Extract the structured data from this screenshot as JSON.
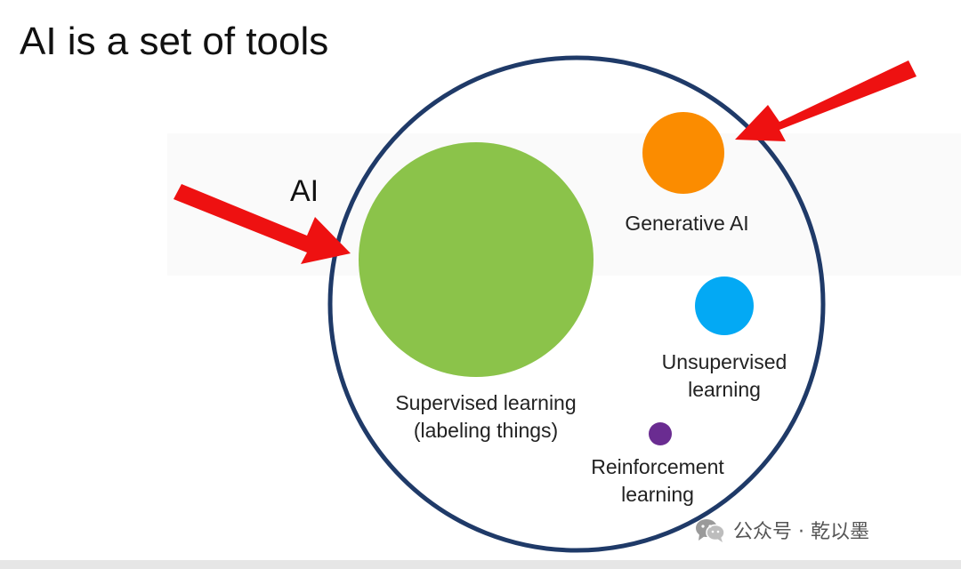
{
  "title": "AI is a set of tools",
  "diagram": {
    "container_label": "AI",
    "container_color": "#1f3a68",
    "arrow_color": "#ee1111",
    "tools": [
      {
        "id": "supervised",
        "lines": [
          "Supervised learning",
          "(labeling things)"
        ],
        "color": "#8bc34a"
      },
      {
        "id": "generative",
        "lines": [
          "Generative AI"
        ],
        "color": "#fb8c00"
      },
      {
        "id": "unsupervised",
        "lines": [
          "Unsupervised",
          "learning"
        ],
        "color": "#03a9f4"
      },
      {
        "id": "reinforcement",
        "lines": [
          "Reinforcement",
          "learning"
        ],
        "color": "#6a2c91"
      }
    ]
  },
  "watermark": {
    "text": "公众号 · 乾以墨",
    "icon": "wechat-icon"
  }
}
